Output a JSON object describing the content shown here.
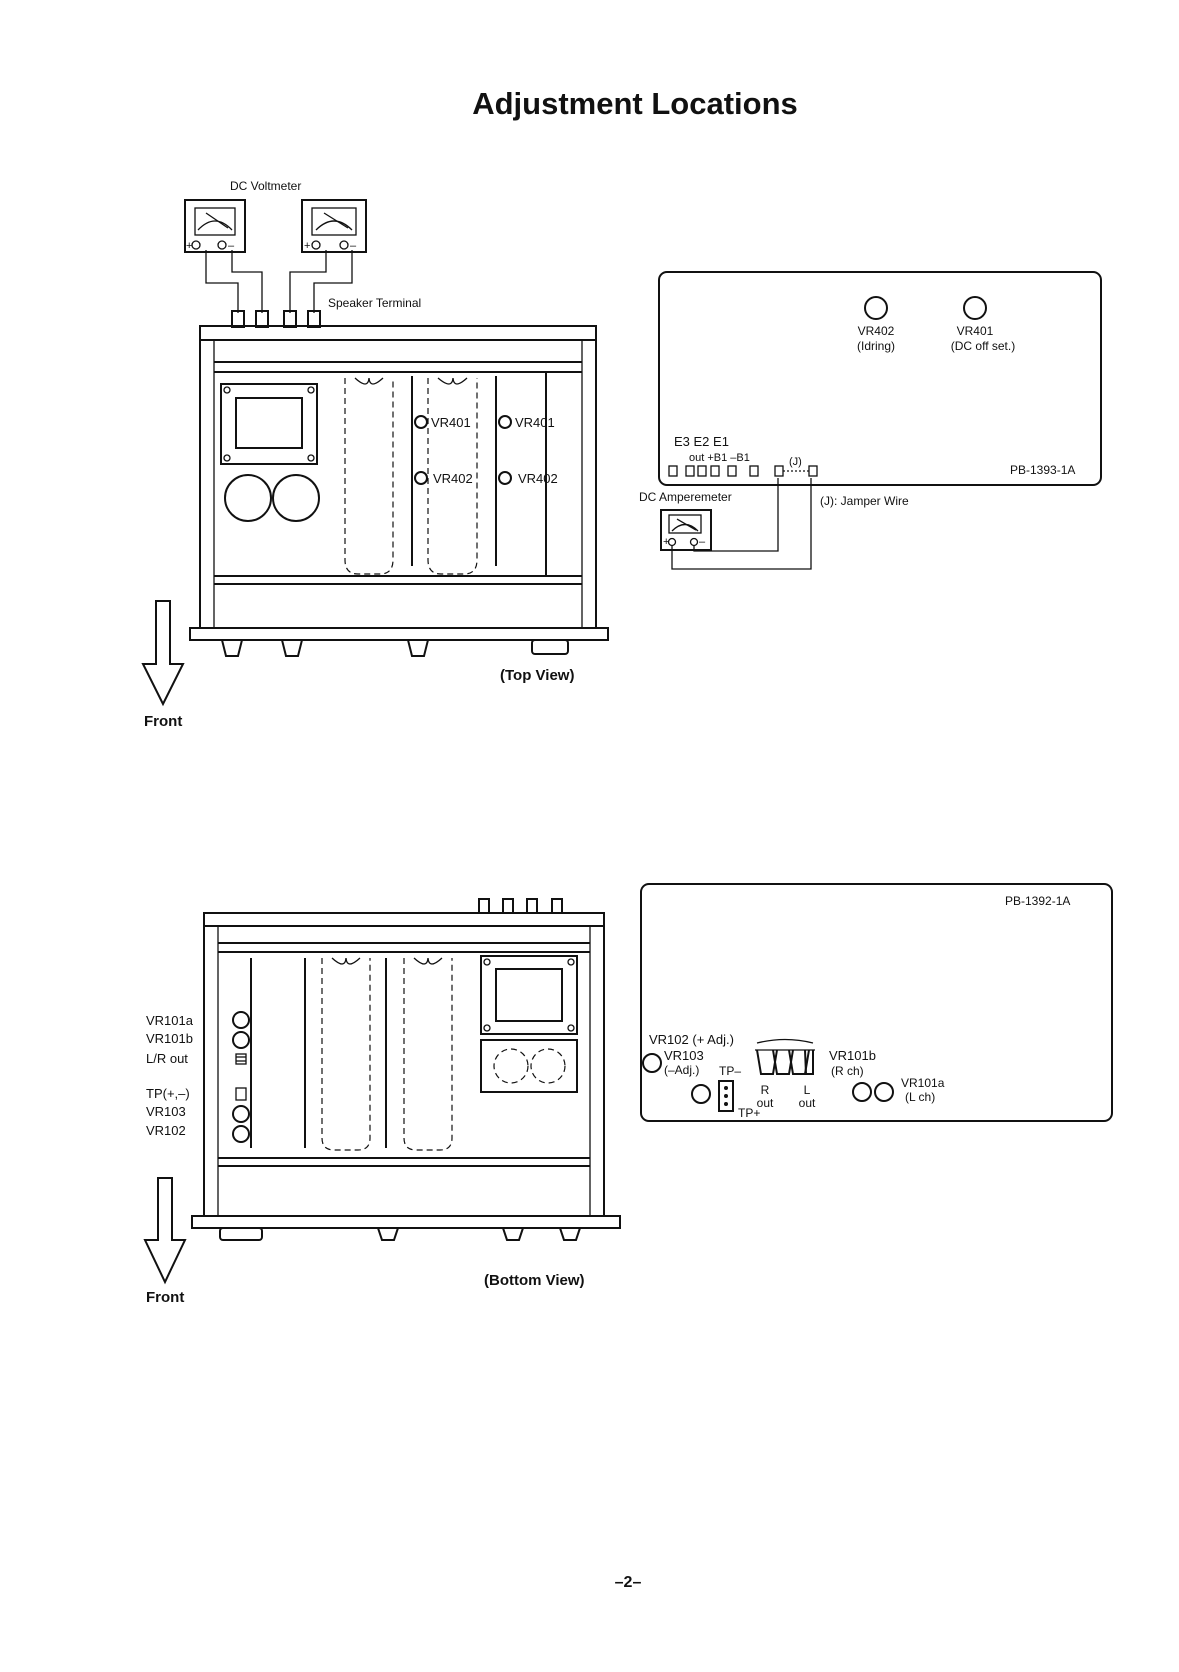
{
  "page": {
    "title": "Adjustment Locations",
    "page_number": "–2–"
  },
  "top": {
    "dc_voltmeter": "DC Voltmeter",
    "speaker_terminal": "Speaker Terminal",
    "vr401_a": "VR401",
    "vr401_b": "VR401",
    "vr402_a": "VR402",
    "vr402_b": "VR402",
    "view_label": "(Top View)",
    "front": "Front"
  },
  "pb1393": {
    "vr402": "VR402",
    "vr402_note": "(Idring)",
    "vr401": "VR401",
    "vr401_note": "(DC off set.)",
    "terminals": "E3   E2   E1",
    "sub_terminals": "out   +B1  –B1",
    "jumper_tag": "(J)",
    "board_id": "PB-1393-1A",
    "dc_amperemeter": "DC Amperemeter",
    "jumper_note": "(J): Jamper Wire"
  },
  "bottom": {
    "labels": [
      "VR101a",
      "VR101b",
      "L/R out",
      "TP(+,–)",
      "VR103",
      "VR102"
    ],
    "view_label": "(Bottom View)",
    "front": "Front"
  },
  "pb1392": {
    "board_id": "PB-1392-1A",
    "vr102": "VR102 (+ Adj.)",
    "vr103": "VR103",
    "vr103_note": "(–Adj.)",
    "tp_minus": "TP–",
    "tp_plus": "TP+",
    "r_label": "R",
    "l_label": "L",
    "r_out": "out",
    "l_out": "out",
    "vr101b": "VR101b",
    "vr101b_note": "(R ch)",
    "vr101a": "VR101a",
    "vr101a_note": "(L ch)"
  }
}
